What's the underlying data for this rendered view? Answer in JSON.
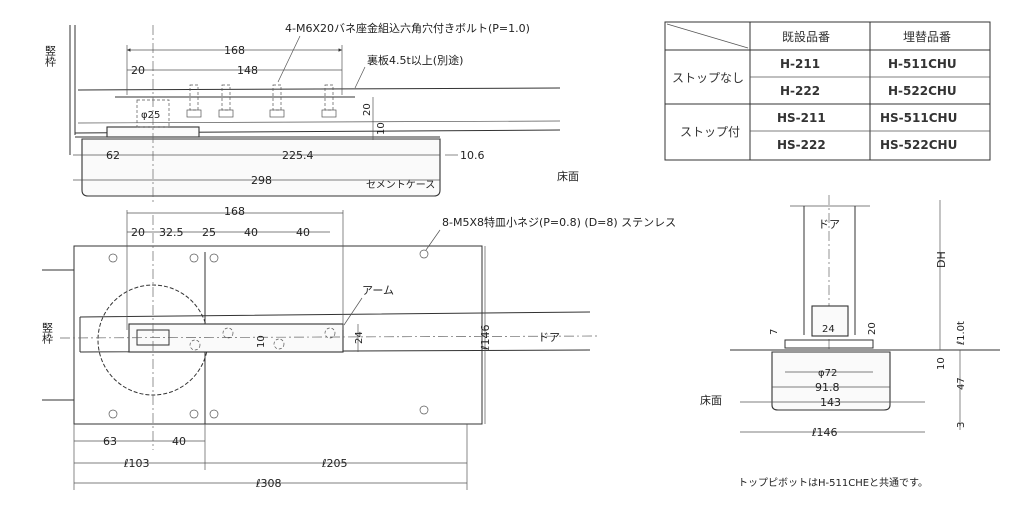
{
  "side_section": {
    "frame_label": "竪枠",
    "bolt_note": "4-M6X20バネ座金組込六角穴付きボルト(P=1.0)",
    "backplate_note": "裏板4.5t以上(別途)",
    "dim_168": "168",
    "dim_20": "20",
    "dim_148": "148",
    "dim_phi25": "φ25",
    "dim_20_v": "20",
    "dim_10_v": "10",
    "dim_62": "62",
    "dim_225_4": "225.4",
    "dim_10_6": "10.6",
    "dim_298": "298",
    "case_label": "セメントケース",
    "floor_label": "床面"
  },
  "plan_view": {
    "dim_168": "168",
    "dim_20": "20",
    "dim_32_5": "32.5",
    "dim_25": "25",
    "dim_40a": "40",
    "dim_40b": "40",
    "screw_note": "8-M5X8特皿小ネジ(P=0.8) (D=8) ステンレス",
    "arm_label": "アーム",
    "frame_label": "竪枠",
    "door_label": "ドア",
    "dim_10": "10",
    "dim_24": "24",
    "dim_l146": "ℓ146",
    "dim_63": "63",
    "dim_40": "40",
    "dim_l103": "ℓ103",
    "dim_l205": "ℓ205",
    "dim_l308": "ℓ308"
  },
  "table": {
    "headers": [
      "既設品番",
      "埋替品番"
    ],
    "groups": [
      {
        "label": "ストップなし",
        "rows": [
          [
            "H-211",
            "H-511CHU"
          ],
          [
            "H-222",
            "H-522CHU"
          ]
        ]
      },
      {
        "label": "ストップ付",
        "rows": [
          [
            "HS-211",
            "HS-511CHU"
          ],
          [
            "HS-222",
            "HS-522CHU"
          ]
        ]
      }
    ]
  },
  "front_view": {
    "door_label": "ドア",
    "dim_dh": "DH",
    "dim_7": "7",
    "dim_24": "24",
    "dim_20": "20",
    "dim_l1_0t": "ℓ1.0t",
    "dim_10": "10",
    "dim_47": "47",
    "dim_3": "3",
    "dim_phi72": "φ72",
    "dim_91_8": "91.8",
    "dim_143": "143",
    "dim_l146": "ℓ146",
    "floor_label": "床面",
    "note": "トップピボットはH-511CHEと共通です。"
  }
}
